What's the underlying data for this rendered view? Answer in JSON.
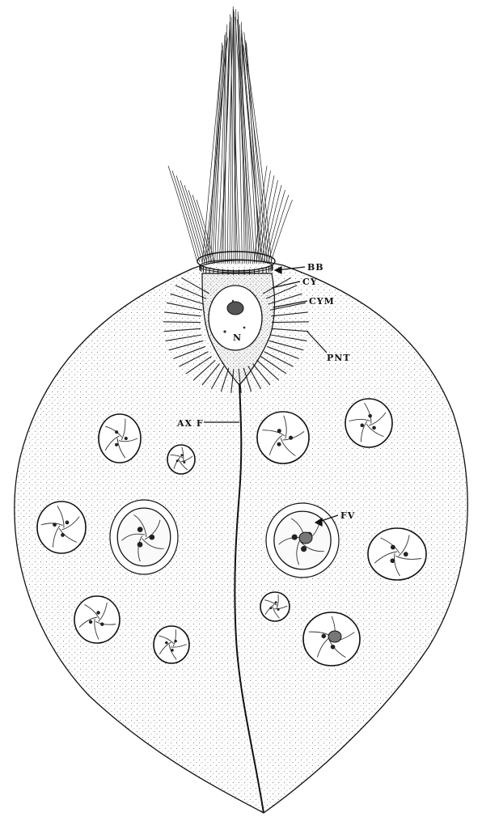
{
  "labels": {
    "bb": "BB",
    "cy": "CY",
    "cym": "CYM",
    "n": "N",
    "pnt": "PNT",
    "axf": "AX F",
    "fv": "FV"
  },
  "colors": {
    "ink": "#111111",
    "stipple": "#6a6a6a",
    "background": "#ffffff"
  }
}
